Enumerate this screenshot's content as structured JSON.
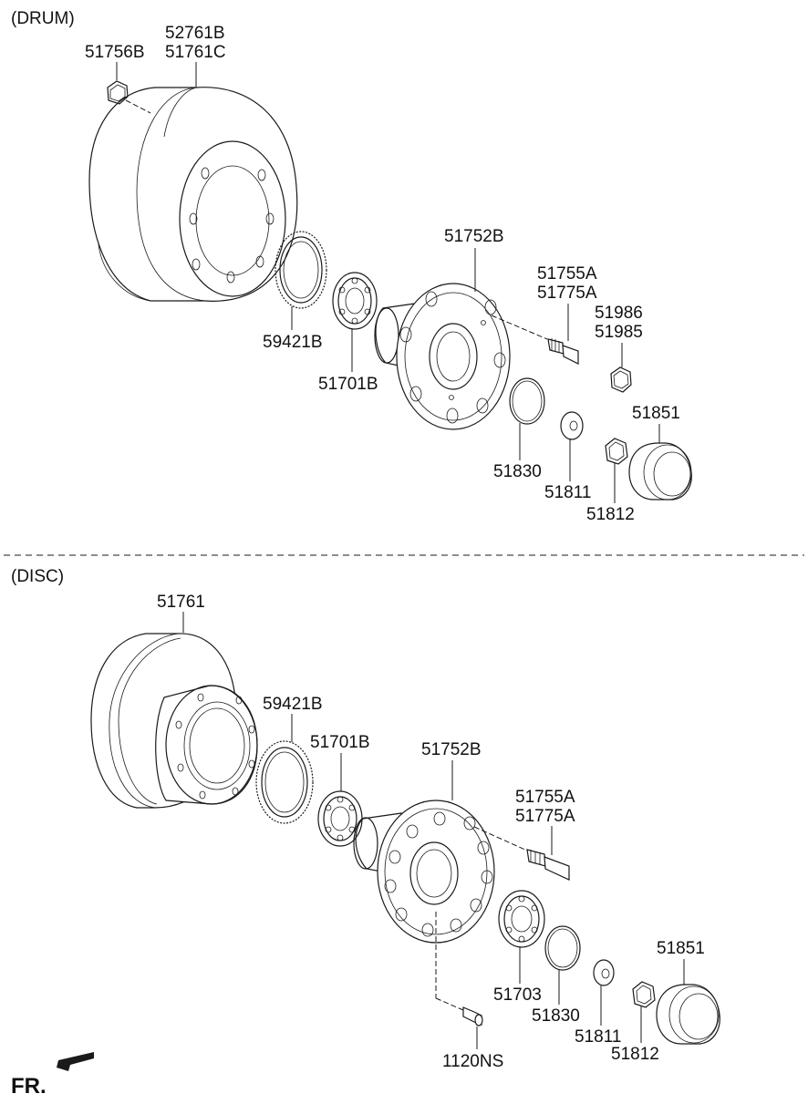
{
  "sections": {
    "drum": {
      "title": "(DRUM)",
      "labels": {
        "nut_51756b": "51756B",
        "drum_52761b": "52761B",
        "drum_51761c": "51761C",
        "tone_wheel_59421b": "59421B",
        "bearing_51701b": "51701B",
        "hub_51752b": "51752B",
        "bolt_51755a": "51755A",
        "bolt_51775a": "51775A",
        "nut_51986": "51986",
        "nut_51985": "51985",
        "ring_51830": "51830",
        "washer_51811": "51811",
        "nut_51812": "51812",
        "cap_51851": "51851"
      }
    },
    "disc": {
      "title": "(DISC)",
      "labels": {
        "disc_51761": "51761",
        "tone_wheel_59421b": "59421B",
        "bearing_51701b": "51701B",
        "hub_51752b": "51752B",
        "bolt_51755a": "51755A",
        "bolt_51775a": "51775A",
        "bearing_51703": "51703",
        "ring_51830": "51830",
        "washer_51811": "51811",
        "nut_51812": "51812",
        "cap_51851": "51851",
        "screw_1120ns": "1120NS"
      }
    }
  },
  "front_indicator": "FR."
}
